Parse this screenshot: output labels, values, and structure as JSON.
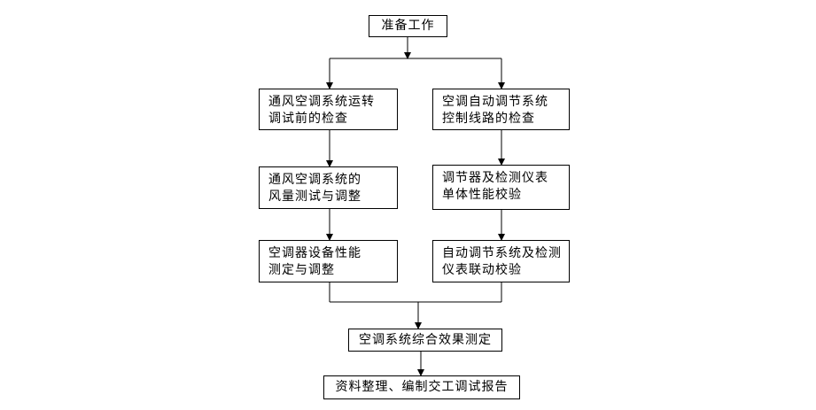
{
  "nodes": {
    "start": [
      "准备工作"
    ],
    "left1": [
      "通风空调系统运转",
      "调试前的检查"
    ],
    "right1": [
      "空调自动调节系统",
      "控制线路的检查"
    ],
    "left2": [
      "通风空调系统的",
      "风量测试与调整"
    ],
    "right2": [
      "调节器及检测仪表",
      "单体性能校验"
    ],
    "left3": [
      "空调器设备性能",
      "测定与调整"
    ],
    "right3": [
      "自动调节系统及检测",
      "仪表联动校验"
    ],
    "merge": [
      "空调系统综合效果测定"
    ],
    "final": [
      "资料整理、编制交工调试报告"
    ]
  },
  "edges": [
    [
      "start",
      "left1"
    ],
    [
      "start",
      "right1"
    ],
    [
      "left1",
      "left2"
    ],
    [
      "left2",
      "left3"
    ],
    [
      "right1",
      "right2"
    ],
    [
      "right2",
      "right3"
    ],
    [
      "left3",
      "merge"
    ],
    [
      "right3",
      "merge"
    ],
    [
      "merge",
      "final"
    ]
  ]
}
